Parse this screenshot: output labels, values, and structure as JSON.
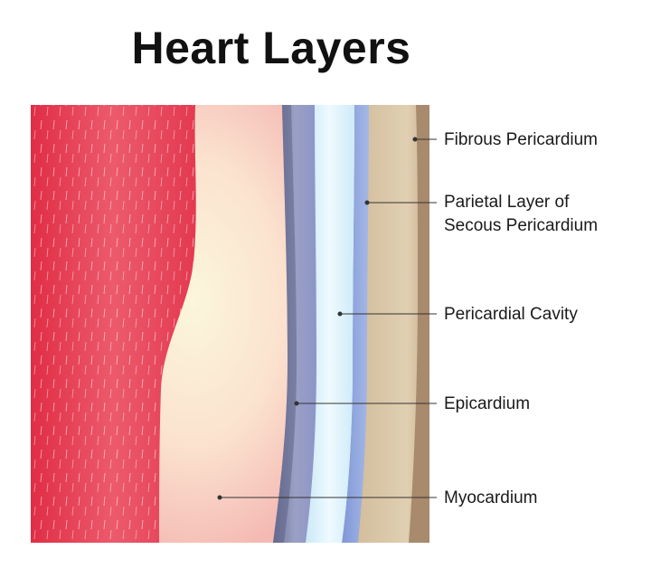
{
  "title": "Heart Layers",
  "labels": {
    "fibrous_pericardium": "Fibrous Pericardium",
    "parietal_line1": "Parietal Layer of",
    "parietal_line2": "Secous Pericardium",
    "pericardial_cavity": "Pericardial Cavity",
    "epicardium": "Epicardium",
    "myocardium": "Myocardium"
  },
  "colors": {
    "endocardium_red": "#e8384f",
    "myocardium_pink": "#f7c8c3",
    "myocardium_glow": "#fbf3d8",
    "epicardium_slate": "#7f86ad",
    "parietal_blue": "#8fa6dc",
    "cavity_light": "#d9f1fb",
    "fibrous_tan": "#d9c6a8",
    "fibrous_edge": "#a98a6d",
    "leader_line": "#333333"
  }
}
